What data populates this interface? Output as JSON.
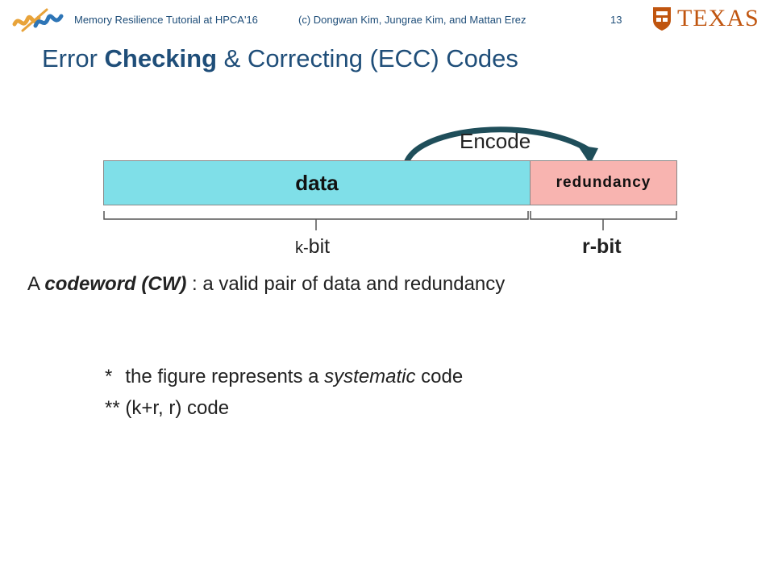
{
  "header": {
    "event": "Memory Resilience Tutorial at HPCA'16",
    "authors": "(c) Dongwan Kim, Jungrae Kim, and Mattan Erez",
    "page_number": "13",
    "affiliation_logo_text": "TEXAS",
    "left_logo": "lph-squiggle-logo"
  },
  "title": {
    "prefix": "Error ",
    "emphasis": "Checking",
    "suffix": " & Correcting (ECC) Codes"
  },
  "diagram": {
    "data_label": "data",
    "redundancy_label": "redundancy",
    "encode_label": "Encode",
    "k_prefix": "k-",
    "k_suffix": "bit",
    "r_label": "r-bit",
    "colors": {
      "data": "#7fdfe8",
      "redundancy": "#f8b4b0",
      "arrow": "#1f4e5a"
    }
  },
  "definition": {
    "prefix": "A ",
    "term": "codeword (CW)",
    "suffix": " : a valid pair of data and redundancy"
  },
  "notes": {
    "note1_marker": "*",
    "note1_prefix": "the figure represents a ",
    "note1_emphasis": "systematic",
    "note1_suffix": " code",
    "note2": "** (k+r, r) code"
  }
}
